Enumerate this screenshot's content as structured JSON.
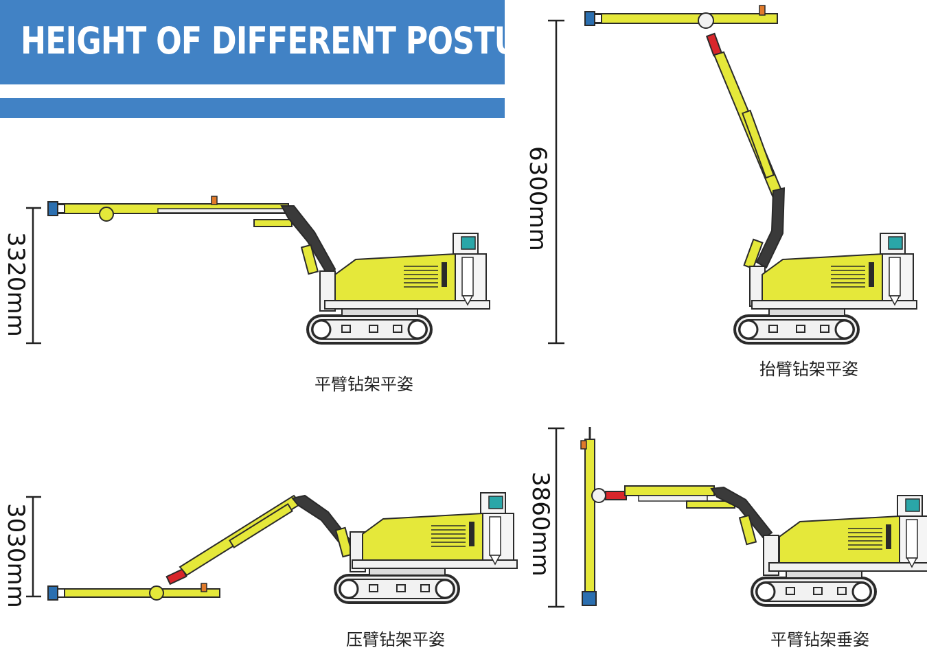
{
  "header": {
    "title": "HEIGHT OF DIFFERENT POSTURE",
    "color": "#4182c5"
  },
  "machine_colors": {
    "body": "#e5e83a",
    "outline": "#2a2a2a",
    "arm_dark": "#3a3a3a",
    "cylinder_red": "#d8262b",
    "head_blue": "#2b6fb0",
    "track": "#f2f2f2"
  },
  "postures": [
    {
      "caption": "平臂钻架平姿",
      "height": "3320mm"
    },
    {
      "caption": "抬臂钻架平姿",
      "height": "6300mm"
    },
    {
      "caption": "压臂钻架平姿",
      "height": "3030mm"
    },
    {
      "caption": "平臂钻架垂姿",
      "height": "3860mm"
    }
  ]
}
